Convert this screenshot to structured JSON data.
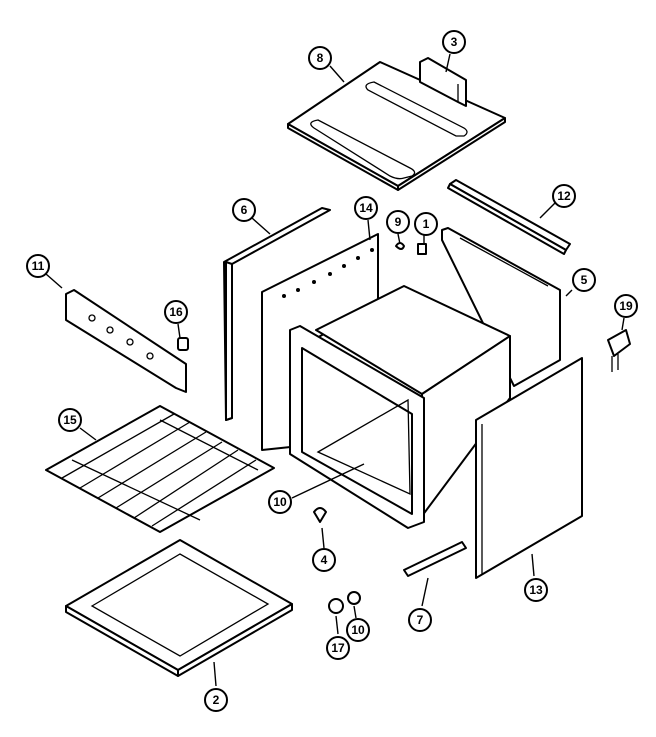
{
  "callouts": [
    {
      "id": "label-8",
      "text": "8"
    },
    {
      "id": "label-3",
      "text": "3"
    },
    {
      "id": "label-12",
      "text": "12"
    },
    {
      "id": "label-6",
      "text": "6"
    },
    {
      "id": "label-14",
      "text": "14"
    },
    {
      "id": "label-9",
      "text": "9"
    },
    {
      "id": "label-1",
      "text": "1"
    },
    {
      "id": "label-5",
      "text": "5"
    },
    {
      "id": "label-11",
      "text": "11"
    },
    {
      "id": "label-16",
      "text": "16"
    },
    {
      "id": "label-19",
      "text": "19"
    },
    {
      "id": "label-15",
      "text": "15"
    },
    {
      "id": "label-10a",
      "text": "10"
    },
    {
      "id": "label-13",
      "text": "13"
    },
    {
      "id": "label-4",
      "text": "4"
    },
    {
      "id": "label-7",
      "text": "7"
    },
    {
      "id": "label-17",
      "text": "17"
    },
    {
      "id": "label-10b",
      "text": "10"
    },
    {
      "id": "label-2",
      "text": "2"
    }
  ]
}
